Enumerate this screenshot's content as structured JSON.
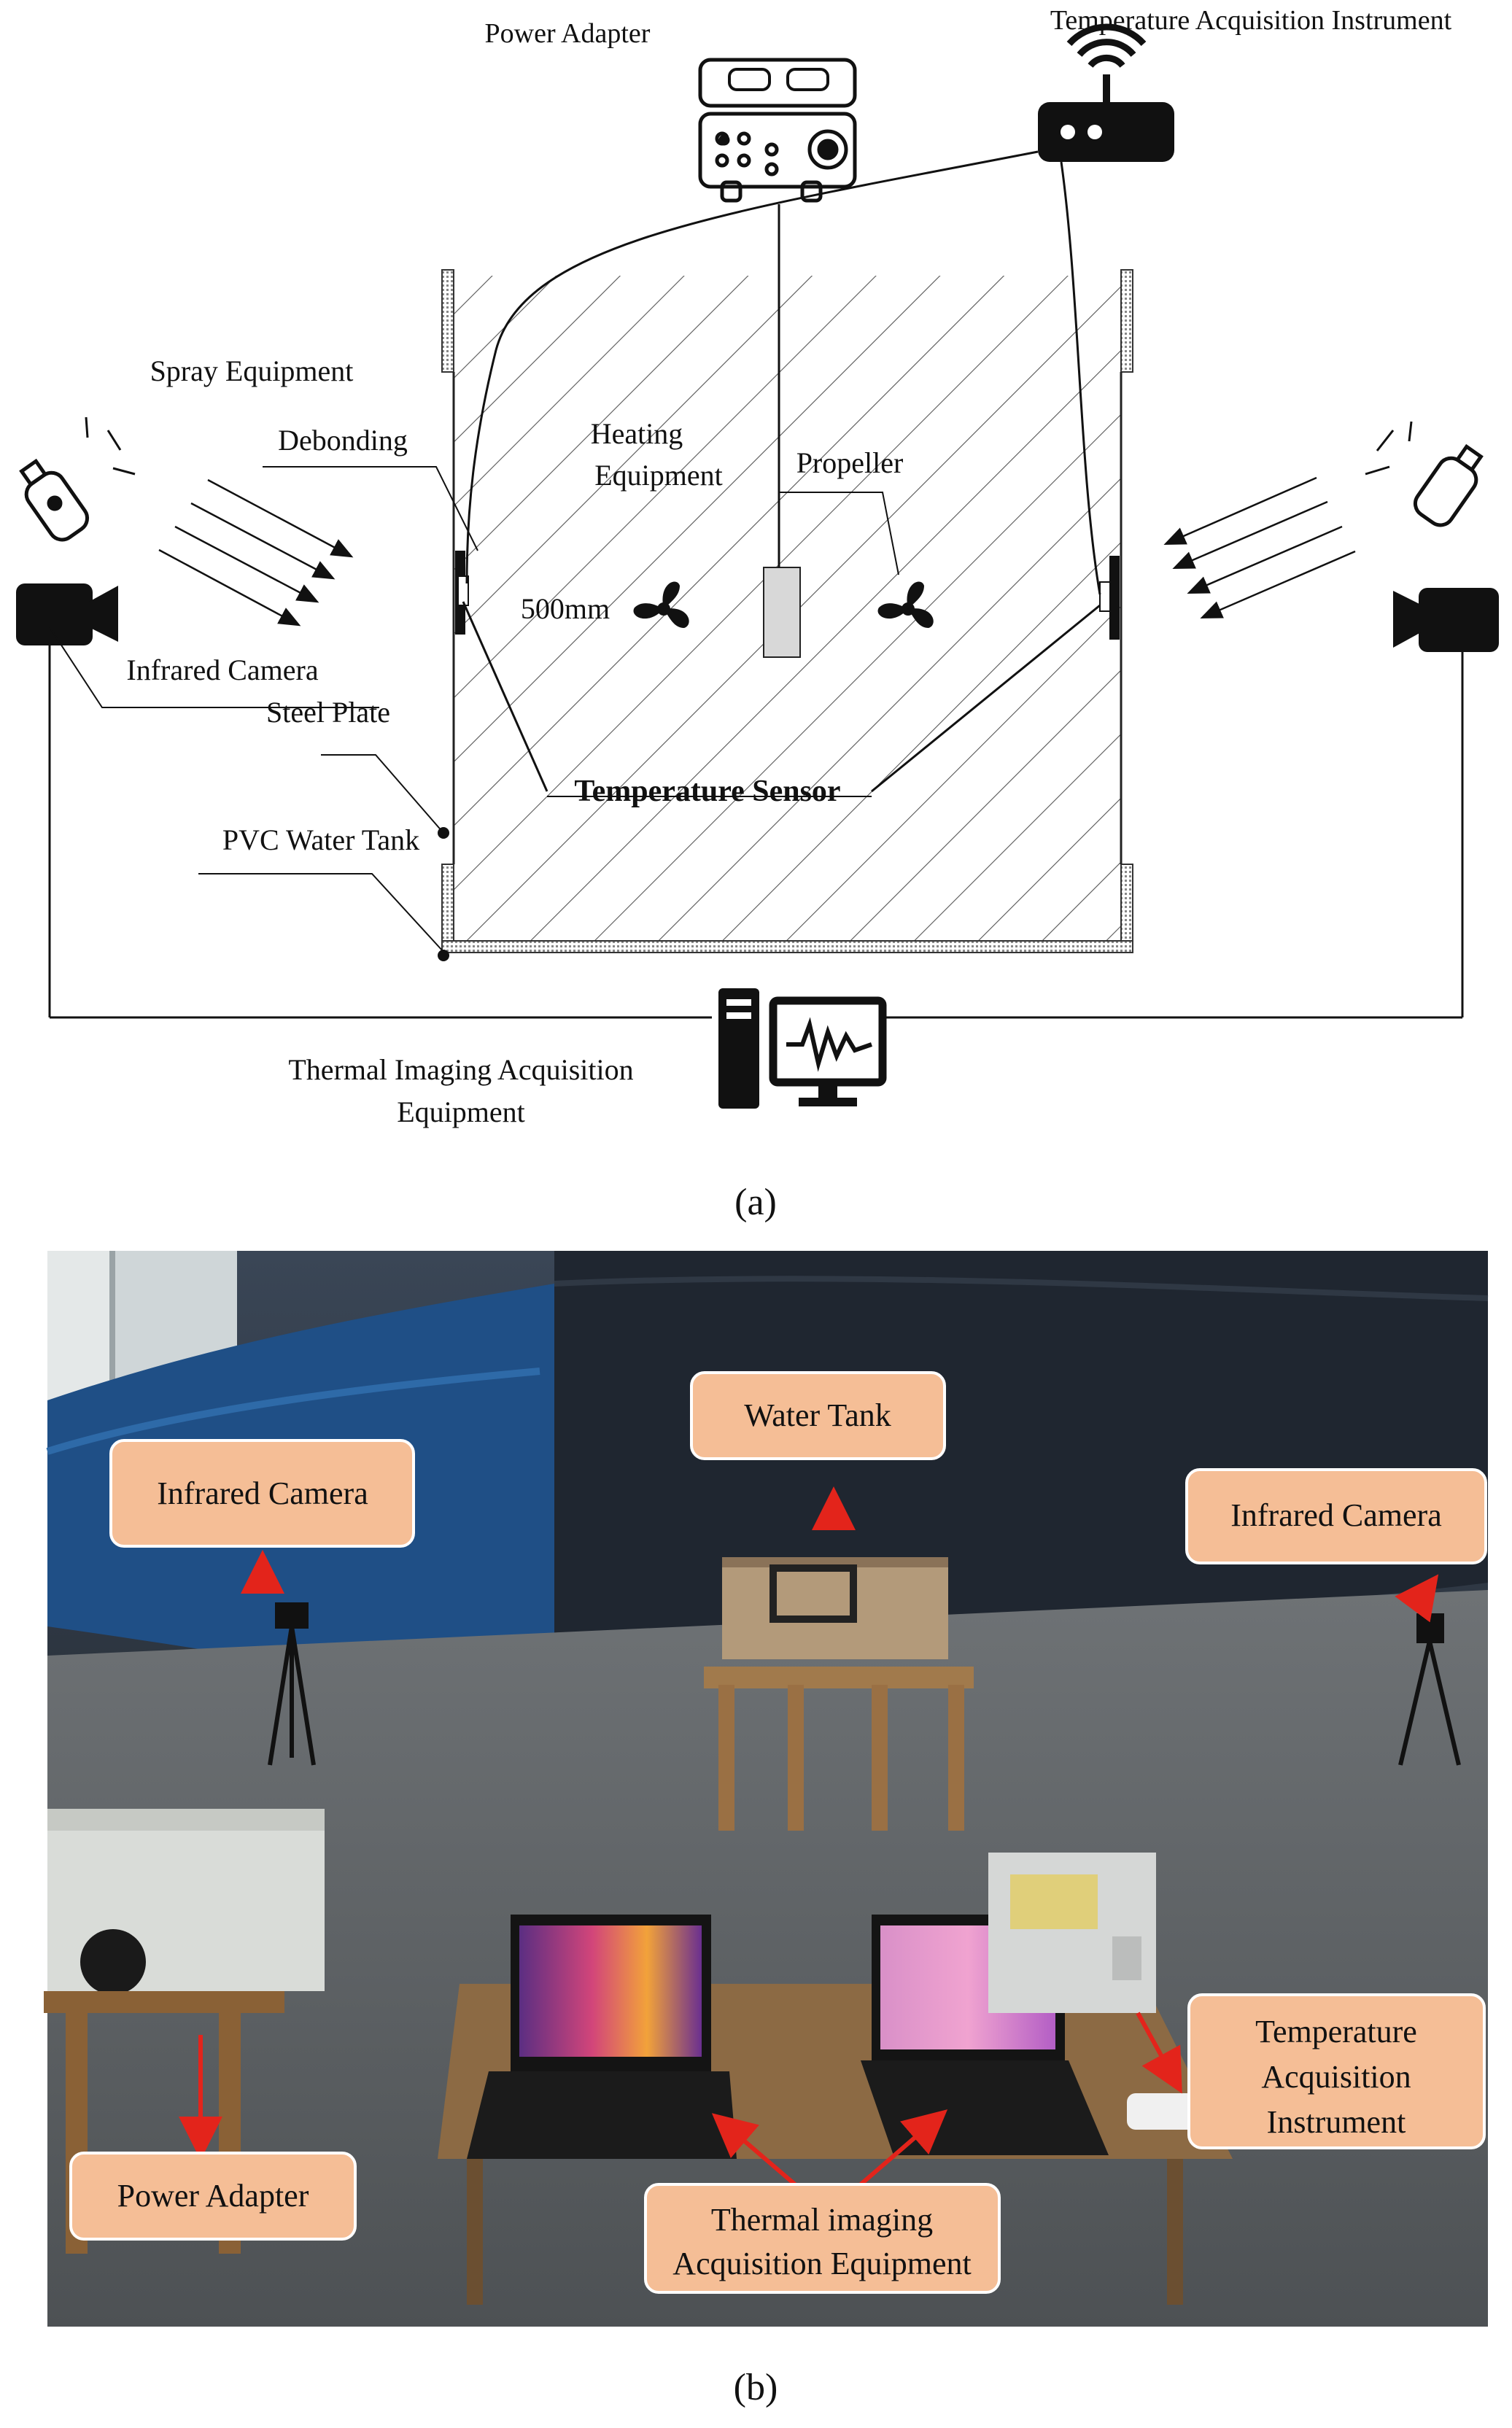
{
  "diagram": {
    "caption": "(a)",
    "labels": {
      "power_adapter": "Power Adapter",
      "temp_instrument": "Temperature Acquisition Instrument",
      "spray_equipment": "Spray Equipment",
      "debonding": "Debonding",
      "heating_equipment_1": "Heating",
      "heating_equipment_2": "Equipment",
      "propeller": "Propeller",
      "dimension": "500mm",
      "infrared_camera": "Infrared Camera",
      "steel_plate": "Steel Plate",
      "temperature_sensor": "Temperature Sensor",
      "pvc_water_tank": "PVC Water Tank",
      "thermal_equipment_1": "Thermal Imaging Acquisition",
      "thermal_equipment_2": "Equipment"
    }
  },
  "photo": {
    "caption": "(b)",
    "callouts": {
      "water_tank": "Water Tank",
      "infrared_camera_left": "Infrared Camera",
      "infrared_camera_right": "Infrared Camera",
      "power_adapter": "Power Adapter",
      "temp_instrument_1": "Temperature",
      "temp_instrument_2": "Acquisition",
      "temp_instrument_3": "Instrument",
      "thermal_1": "Thermal imaging",
      "thermal_2": "Acquisition Equipment"
    },
    "colors": {
      "callout_fill": "#F5BE96",
      "arrow": "#E3241B"
    }
  }
}
